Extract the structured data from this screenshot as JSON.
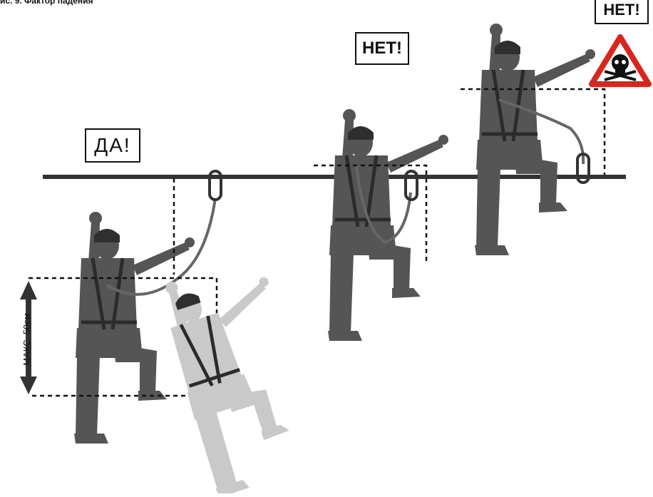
{
  "caption": "ис. 9. Фактор падения",
  "signs": {
    "yes": "ДА!",
    "no_middle": "НЕТ!",
    "no_right": "НЕТ!"
  },
  "labels": {
    "max_fall": "МАКС. 50см"
  },
  "icons": {
    "warning": "skull-warning-icon",
    "carabiner": "carabiner-icon"
  },
  "colors": {
    "figure": "#555555",
    "figure_dark": "#333333",
    "falling_figure": "#c9c9c9",
    "anchor_line": "#333333",
    "warning_red": "#d9261c"
  }
}
